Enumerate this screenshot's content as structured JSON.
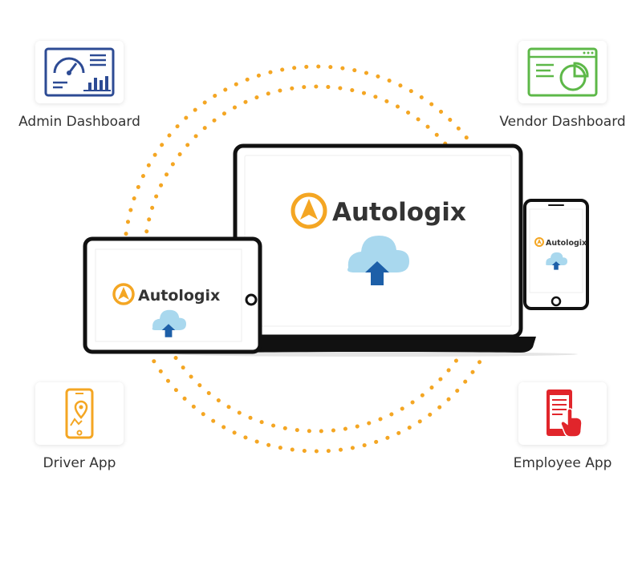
{
  "brand": {
    "name": "Autologix",
    "accent": "#F4A623",
    "text_color": "#333333"
  },
  "cards": {
    "admin": {
      "label": "Admin Dashboard",
      "icon": "speedometer-dashboard-icon",
      "color": "#2D4B94"
    },
    "vendor": {
      "label": "Vendor Dashboard",
      "icon": "pie-chart-browser-icon",
      "color": "#5DB848"
    },
    "driver": {
      "label": "Driver App",
      "icon": "map-pin-phone-icon",
      "color": "#F4A623"
    },
    "employee": {
      "label": "Employee App",
      "icon": "touch-phone-icon",
      "color": "#E1252B"
    }
  },
  "cloud": {
    "icon": "cloud-upload-icon",
    "cloud_color": "#A9D8EE",
    "arrow_color": "#1D5FA8"
  },
  "dots_color": "#F4A623"
}
